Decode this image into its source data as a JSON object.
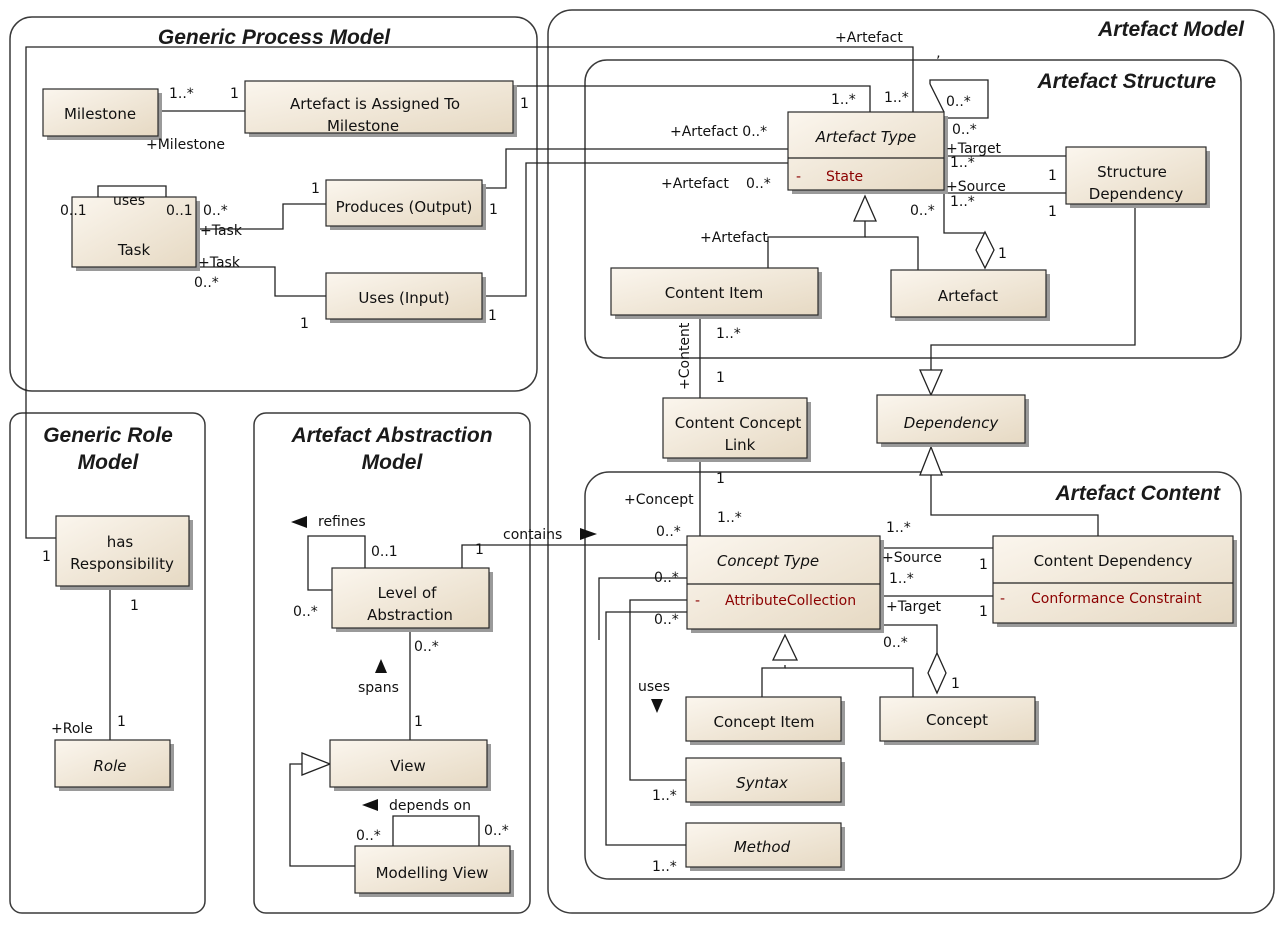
{
  "packages": {
    "generic_process_model": "Generic Process Model",
    "artefact_model": "Artefact Model",
    "artefact_structure": "Artefact Structure",
    "generic_role_model_1": "Generic Role",
    "generic_role_model_2": "Model",
    "artefact_abstraction_model_1": "Artefact Abstraction",
    "artefact_abstraction_model_2": "Model",
    "artefact_content": "Artefact Content"
  },
  "classes": {
    "milestone": "Milestone",
    "artefact_assigned_1": "Artefact is Assigned To",
    "artefact_assigned_2": "Milestone",
    "task": "Task",
    "produces_output": "Produces (Output)",
    "uses_input": "Uses (Input)",
    "artefact_type": "Artefact Type",
    "artefact_type_attr": "State",
    "structure_dependency_1": "Structure",
    "structure_dependency_2": "Dependency",
    "content_item": "Content Item",
    "artefact": "Artefact",
    "content_concept_link_1": "Content Concept",
    "content_concept_link_2": "Link",
    "dependency": "Dependency",
    "has_responsibility_1": "has",
    "has_responsibility_2": "Responsibility",
    "role": "Role",
    "level_of_abstraction_1": "Level of",
    "level_of_abstraction_2": "Abstraction",
    "view": "View",
    "modelling_view": "Modelling View",
    "concept_type": "Concept Type",
    "concept_type_attr": "AttributeCollection",
    "content_dependency": "Content Dependency",
    "content_dependency_attr": "Conformance Constraint",
    "concept_item": "Concept Item",
    "concept": "Concept",
    "syntax": "Syntax",
    "method": "Method",
    "attr_visibility": "-"
  },
  "labels": {
    "m_1_many_a": "1..*",
    "m_1_a": "1",
    "plus_milestone": "+Milestone",
    "m_1_b": "1",
    "plus_artefact_top": "+Artefact",
    "m_1_many_b": "1..*",
    "m_1_many_c": "1..*",
    "m_0_many_self": "0..*",
    "plus_artefact_0many": "+Artefact 0..*",
    "m_0_many_tgt": "0..*",
    "plus_target": "+Target",
    "m_1_many_tgt": "1..*",
    "m_1_sd_a": "1",
    "plus_artefact_2": "+Artefact",
    "m_0_many_2": "0..*",
    "plus_source": "+Source",
    "m_1_many_src": "1..*",
    "m_1_sd_b": "1",
    "m_0_many_agg": "0..*",
    "m_1_agg": "1",
    "uses": "uses",
    "m_0_1_a": "0..1",
    "m_0_1_b": "0..1",
    "m_0_many_task": "0..*",
    "plus_task_a": "+Task",
    "m_1_prod": "1",
    "m_1_prod_r": "1",
    "plus_task_b": "+Task",
    "m_0_many_task_b": "0..*",
    "m_1_uses_l": "1",
    "m_1_uses_r": "1",
    "plus_artefact_ci": "+Artefact",
    "plus_content": "+Content",
    "m_1_many_ci": "1..*",
    "m_1_ccl": "1",
    "m_1_resp": "1",
    "m_1_resp_b": "1",
    "plus_role": "+Role",
    "m_1_role": "1",
    "refines": "refines",
    "m_0_1_loa": "0..1",
    "m_0_many_loa": "0..*",
    "m_1_contains": "1",
    "contains": "contains",
    "m_0_many_spans": "0..*",
    "spans": "spans",
    "m_1_view": "1",
    "depends_on": "depends on",
    "m_0_many_mv_a": "0..*",
    "m_0_many_mv_b": "0..*",
    "m_1_ccl_b": "1",
    "plus_concept": "+Concept",
    "m_1_many_ct": "1..*",
    "m_0_many_ct": "0..*",
    "m_1_many_cd": "1..*",
    "plus_source_c": "+Source",
    "m_1_cd_a": "1",
    "m_1_many_cd_b": "1..*",
    "plus_target_c": "+Target",
    "m_1_cd_b": "1",
    "m_0_many_ct_self": "0..*",
    "m_0_many_ct_b": "0..*",
    "m_0_many_agg_c": "0..*",
    "m_1_agg_c": "1",
    "uses_c": "uses",
    "m_1_many_syntax": "1..*",
    "m_1_many_method": "1..*",
    "apostrophe": "’"
  },
  "colors": {
    "class_fill_top": "#fbf6ee",
    "class_fill_bottom": "#e8dcc8",
    "attribute_text": "#8b0000",
    "package_border": "#3a3a3a"
  }
}
